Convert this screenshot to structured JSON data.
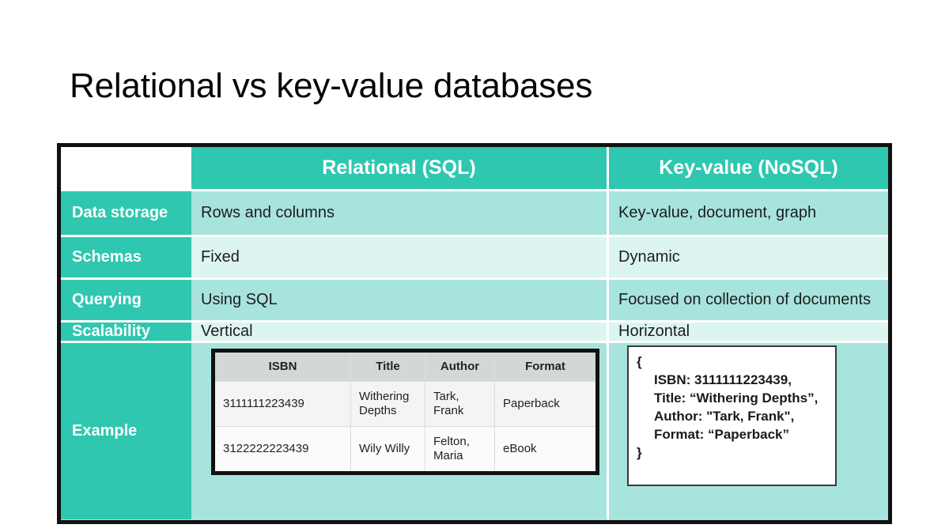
{
  "slide": {
    "title": "Relational vs key-value databases"
  },
  "comparison_table": {
    "header": {
      "corner": "",
      "relational": "Relational (SQL)",
      "keyvalue": "Key-value (NoSQL)"
    },
    "rows": [
      {
        "label": "Data storage",
        "relational": "Rows and columns",
        "keyvalue": "Key-value, document, graph"
      },
      {
        "label": "Schemas",
        "relational": "Fixed",
        "keyvalue": "Dynamic"
      },
      {
        "label": "Querying",
        "relational": "Using SQL",
        "keyvalue": "Focused on collection of documents"
      },
      {
        "label": "Scalability",
        "relational": "Vertical",
        "keyvalue": "Horizontal"
      },
      {
        "label": "Example",
        "relational": "",
        "keyvalue": ""
      }
    ]
  },
  "example_relational_table": {
    "columns": [
      "ISBN",
      "Title",
      "Author",
      "Format"
    ],
    "rows": [
      {
        "isbn": "3111111223439",
        "title": "Withering Depths",
        "author": "Tark, Frank",
        "format": "Paperback"
      },
      {
        "isbn": "3122222223439",
        "title": "Wily Willy",
        "author": "Felton, Maria",
        "format": "eBook"
      }
    ]
  },
  "example_keyvalue_document": {
    "open_brace": "{",
    "line_isbn": "ISBN: 3111111223439,",
    "line_title": "Title: “Withering Depths”,",
    "line_author": "Author: \"Tark, Frank\",",
    "line_format": "Format: “Paperback”",
    "close_brace": "}"
  },
  "colors": {
    "accent_teal": "#2FC7AF",
    "cell_dark": "#A8E4DE",
    "cell_light": "#DDF5F0",
    "border_black": "#111111",
    "book_header_gray": "#D2D8D8"
  }
}
